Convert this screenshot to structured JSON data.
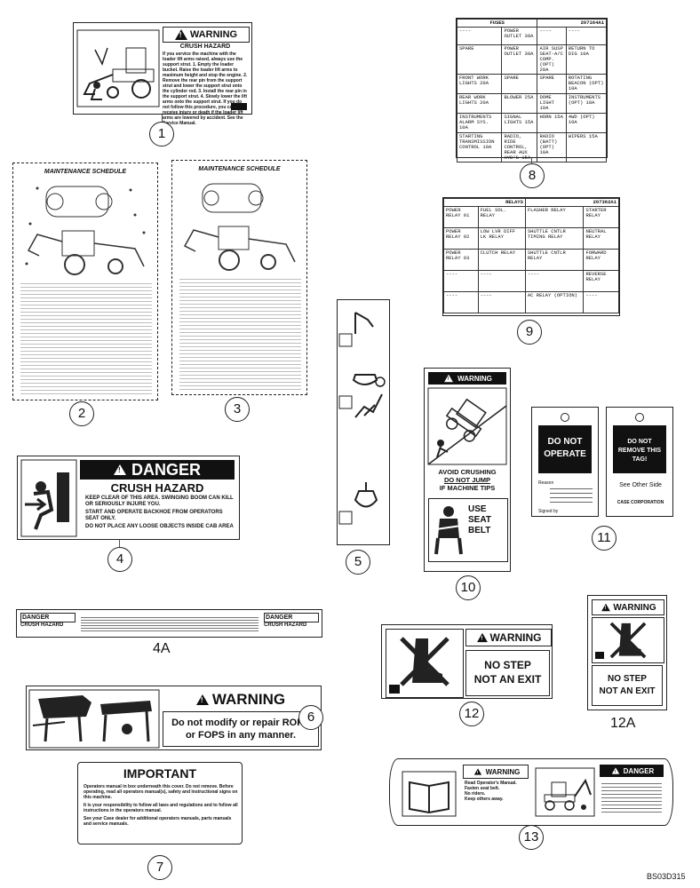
{
  "decals": {
    "d1": {
      "number": "1",
      "title": "WARNING",
      "subtitle": "CRUSH HAZARD",
      "body": "If you service the machine with the loader lift arms raised, always use the support strut. 1. Empty the loader bucket. Raise the loader lift arms to maximum height and stop the engine. 2. Remove the rear pin from the support strut and lower the support strut onto the cylinder rod. 3. Install the rear pin in the support strut. 4. Slowly lower the lift arms onto the support strut. If you do not follow this procedure, you can receive injury or death if the loader lift arms are lowered by accident. See the Service Manual."
    },
    "d2": {
      "number": "2",
      "title": "MAINTENANCE SCHEDULE"
    },
    "d3": {
      "number": "3",
      "title": "MAINTENANCE SCHEDULE"
    },
    "d4": {
      "number": "4",
      "title": "DANGER",
      "subtitle": "CRUSH HAZARD",
      "bullets": [
        "KEEP CLEAR OF THIS AREA. SWINGING BOOM CAN KILL OR SERIOUSLY INJURE YOU.",
        "START AND OPERATE BACKHOE FROM OPERATORS SEAT ONLY.",
        "DO NOT PLACE ANY LOOSE OBJECTS INSIDE CAB AREA"
      ]
    },
    "d4a": {
      "number": "4A",
      "left_title": "DANGER",
      "left_sub": "CRUSH HAZARD",
      "right_title": "DANGER",
      "right_sub": "CRUSH HAZARD"
    },
    "d5": {
      "number": "5"
    },
    "d6": {
      "number": "6",
      "title": "WARNING",
      "message": "Do not modify or repair ROPS or FOPS in any manner."
    },
    "d7": {
      "number": "7",
      "title": "IMPORTANT",
      "lines": [
        "Operators manual in box underneath this cover. Do not remove. Before operating, read all operators manual(s), safety and instructional signs on this machine.",
        "It is your responsibility to follow all laws and regulations and to follow all instructions in the operators manual.",
        "See your Case dealer for additional operators manuals, parts manuals and service manuals."
      ]
    },
    "d8": {
      "number": "8",
      "title": "FUSES",
      "part": "207164A1",
      "rows": [
        [
          "----",
          "POWER OUTLET 30A",
          "----",
          "----"
        ],
        [
          "SPARE",
          "POWER OUTLET 30A",
          "AIR SUSP SEAT-A/C COMP. (OPT) 20A",
          "RETURN TO DIG 10A"
        ],
        [
          "FRONT WORK LIGHTS 20A",
          "SPARE",
          "SPARE",
          "ROTATING BEACON (OPT) 10A"
        ],
        [
          "REAR WORK LIGHTS 20A",
          "BLOWER 25A",
          "DOME LIGHT 10A",
          "INSTRUMENTS (OPT) 10A"
        ],
        [
          "INSTRUMENTS ALARM SYS. 10A",
          "SIGNAL LIGHTS 15A",
          "HORN 15A",
          "4WD (OPT) 10A"
        ],
        [
          "STARTING TRANSMISSION CONTROL 10A",
          "RADIO, RIDE CONTROL, REAR AUX HYD'S 15A",
          "RADIO (BATT) (OPT) 10A",
          "WIPERS 15A"
        ]
      ]
    },
    "d9": {
      "number": "9",
      "title": "RELAYS",
      "part": "207362A1",
      "rows": [
        [
          "POWER RELAY 01",
          "FUEL SOL. RELAY",
          "FLASHER RELAY",
          "STARTER RELAY"
        ],
        [
          "POWER RELAY 02",
          "LOW LVR DIFF LK RELAY",
          "SHUTTLE CNTLR TIMING RELAY",
          "NEUTRAL RELAY"
        ],
        [
          "POWER RELAY 03",
          "CLUTCH RELAY",
          "SHUTTLE CNTLR RELAY",
          "FORWARD RELAY"
        ],
        [
          "----",
          "----",
          "----",
          "REVERSE RELAY"
        ],
        [
          "----",
          "----",
          "AC RELAY (OPTION)",
          "----"
        ]
      ]
    },
    "d10": {
      "number": "10",
      "title": "WARNING",
      "line1": "AVOID CRUSHING",
      "line2": "DO NOT JUMP",
      "line3": "IF MACHINE TIPS",
      "use": "USE",
      "seat": "SEAT",
      "belt": "BELT"
    },
    "d11": {
      "number": "11",
      "left_line1": "DO NOT",
      "left_line2": "OPERATE",
      "reason": "Reason",
      "signed": "Signed by",
      "right_text": "DO NOT REMOVE THIS TAG!",
      "see_other": "See Other Side",
      "company": "CASE CORPORATION"
    },
    "d12": {
      "number": "12",
      "title": "WARNING",
      "line1": "NO STEP",
      "line2": "NOT AN EXIT"
    },
    "d12a": {
      "number": "12A",
      "title": "WARNING",
      "line1": "NO STEP",
      "line2": "NOT AN EXIT"
    },
    "d13": {
      "number": "13",
      "left_title": "WARNING",
      "right_title": "DANGER",
      "bullets": [
        "Read Operator's Manual.",
        "Fasten seat belt.",
        "No riders.",
        "Keep others away."
      ]
    }
  },
  "drawing_id": "BS03D315"
}
